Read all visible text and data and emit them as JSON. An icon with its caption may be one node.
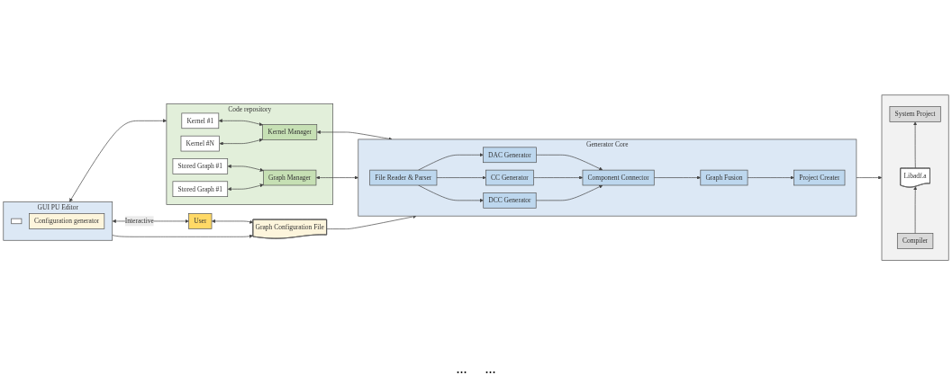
{
  "diagram": {
    "nodes": [
      {
        "text": [
          "GUI PU Editor"
        ]
      },
      {
        "text": [],
        "shape": "box",
        "in": 0
      },
      {
        "text": [
          "Configuration generator"
        ],
        "in": 0
      },
      {
        "text": [
          "Code repository"
        ]
      },
      {
        "text": [
          "Kernel #1"
        ],
        "in": 3
      },
      {
        "text": [
          "Kernel #N"
        ],
        "in": 3
      },
      {
        "text": [
          "Stored Graph #1"
        ],
        "in": 3
      },
      {
        "text": [
          "Stored Graph #1"
        ],
        "in": 3
      },
      {
        "text": [
          "Kernel Manager"
        ],
        "in": 3
      },
      {
        "text": [
          "Graph Manager"
        ],
        "in": 3
      },
      {
        "text": [
          "Generator Core"
        ]
      },
      {
        "text": [
          "File Reader & Parser"
        ],
        "in": 10
      },
      {
        "text": [
          "DAC Generator"
        ],
        "in": 10
      },
      {
        "text": [
          "CC Generator"
        ],
        "in": 10
      },
      {
        "text": [
          "DCC Generator"
        ],
        "in": 10
      },
      {
        "text": [
          "Component Connector"
        ],
        "in": 10
      },
      {
        "text": [
          "Graph Fusion"
        ],
        "in": 10
      },
      {
        "text": [
          "Project Creater"
        ],
        "in": 10
      },
      {
        "text": [],
        "shape": "box"
      },
      {
        "text": [
          "System Project"
        ],
        "in": 18
      },
      {
        "text": [
          "Libadf.a"
        ],
        "in": 18
      },
      {
        "text": [
          "Compiler"
        ],
        "in": 18
      },
      {
        "text": [
          "User"
        ]
      },
      {
        "text": [
          "Graph Configuration File"
        ]
      }
    ],
    "edges": [
      {
        "from": 0,
        "to": 3,
        "arrow": "both"
      },
      {
        "from": 4,
        "to": 8,
        "arrow": "both"
      },
      {
        "from": 5,
        "to": 8,
        "arrow": "both"
      },
      {
        "from": 6,
        "to": 9,
        "arrow": "both"
      },
      {
        "from": 7,
        "to": 9,
        "arrow": "both"
      },
      {
        "from": 8,
        "to": 10,
        "arrow": "both"
      },
      {
        "from": 9,
        "to": 10,
        "arrow": "both"
      },
      {
        "from": 0,
        "to": 22,
        "arrow": "both",
        "label": "Interactive"
      },
      {
        "from": 0,
        "to": 23,
        "arrow": "to"
      },
      {
        "from": 22,
        "to": 23,
        "arrow": "both"
      },
      {
        "from": 23,
        "to": 10,
        "arrow": "to"
      },
      {
        "from": 11,
        "to": 12,
        "arrow": "to"
      },
      {
        "from": 11,
        "to": 13,
        "arrow": "to"
      },
      {
        "from": 11,
        "to": 14,
        "arrow": "to"
      },
      {
        "from": 12,
        "to": 15,
        "arrow": "to"
      },
      {
        "from": 13,
        "to": 15,
        "arrow": "to"
      },
      {
        "from": 14,
        "to": 15,
        "arrow": "to"
      },
      {
        "from": 15,
        "to": 16,
        "arrow": "to"
      },
      {
        "from": 16,
        "to": 17,
        "arrow": "to"
      },
      {
        "from": 10,
        "to": 18,
        "arrow": "to"
      },
      {
        "from": 21,
        "to": 20,
        "arrow": "to"
      },
      {
        "from": 20,
        "to": 19,
        "arrow": "to"
      }
    ],
    "labels": [
      "...",
      "..."
    ]
  }
}
